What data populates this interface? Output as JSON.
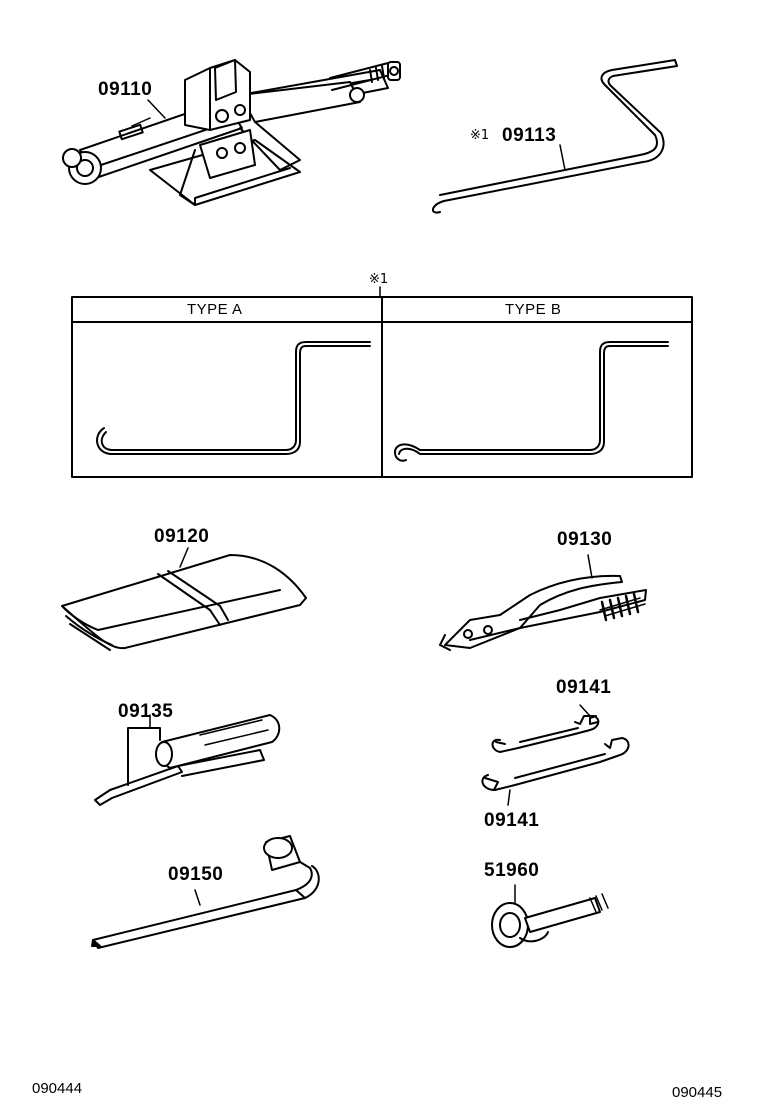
{
  "parts": {
    "jack": "09110",
    "handle": "09113",
    "tool_bag": "09120",
    "pliers": "09130",
    "screwdriver": "09135",
    "wrench_top": "09141",
    "wrench_bottom": "09141",
    "wheel_wrench": "09150",
    "towing_eye": "51960"
  },
  "note_mark": "※1",
  "variants": {
    "type_a": "TYPE  A",
    "type_b": "TYPE  B"
  },
  "refs": {
    "left": "090444",
    "right": "090445"
  }
}
